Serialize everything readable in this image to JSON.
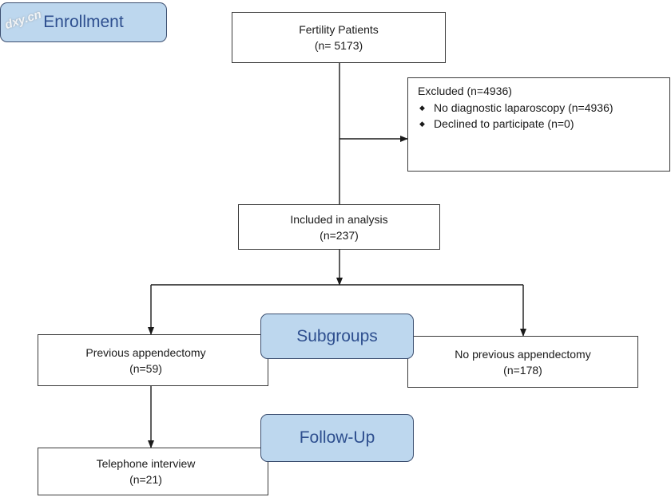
{
  "stages": {
    "enrollment": "Enrollment",
    "subgroups": "Subgroups",
    "follow_up": "Follow-Up"
  },
  "boxes": {
    "fertility_patients": {
      "line1": "Fertility Patients",
      "line2": "(n= 5173)"
    },
    "excluded": {
      "heading": "Excluded (n=4936)",
      "items": [
        "No diagnostic laparoscopy (n=4936)",
        "Declined to participate (n=0)"
      ]
    },
    "included": {
      "line1": "Included in analysis",
      "line2": "(n=237)"
    },
    "previous_appendectomy": {
      "line1": "Previous appendectomy",
      "line2": "(n=59)"
    },
    "no_previous_appendectomy": {
      "line1": "No previous appendectomy",
      "line2": "(n=178)"
    },
    "telephone_interview": {
      "line1": "Telephone interview",
      "line2": "(n=21)"
    }
  },
  "watermark": "dxy.cn",
  "colors": {
    "stage_fill": "#bdd7ee",
    "stage_text": "#2e4f8f",
    "line": "#1a1a1a"
  }
}
